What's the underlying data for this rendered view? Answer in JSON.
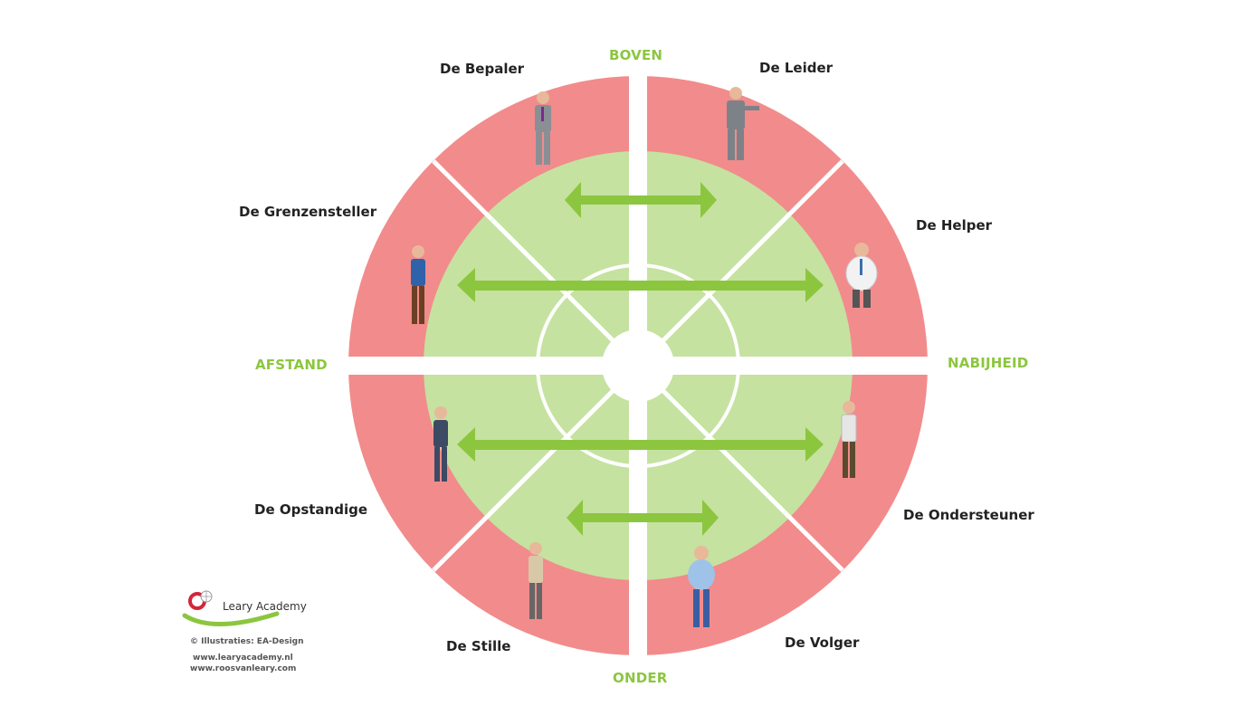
{
  "axes": {
    "top": "BOVEN",
    "bottom": "ONDER",
    "left": "AFSTAND",
    "right": "NABIJHEID"
  },
  "roles": {
    "bepaler": "De Bepaler",
    "leider": "De Leider",
    "helper": "De Helper",
    "ondersteuner": "De Ondersteuner",
    "volger": "De Volger",
    "stille": "De Stille",
    "opstandige": "De Opstandige",
    "grenzensteller": "De Grenzensteller"
  },
  "branding": {
    "logo_text": "Leary Academy",
    "illustrations": "© Illustraties: EA-Design",
    "url1": "www.learyacademy.nl",
    "url2": "www.roosvanleary.com"
  },
  "colors": {
    "outer_ring": "#f28b8c",
    "inner_ring": "#c5e2a0",
    "arrows": "#8cc63f",
    "axis_labels": "#8cc63f"
  }
}
